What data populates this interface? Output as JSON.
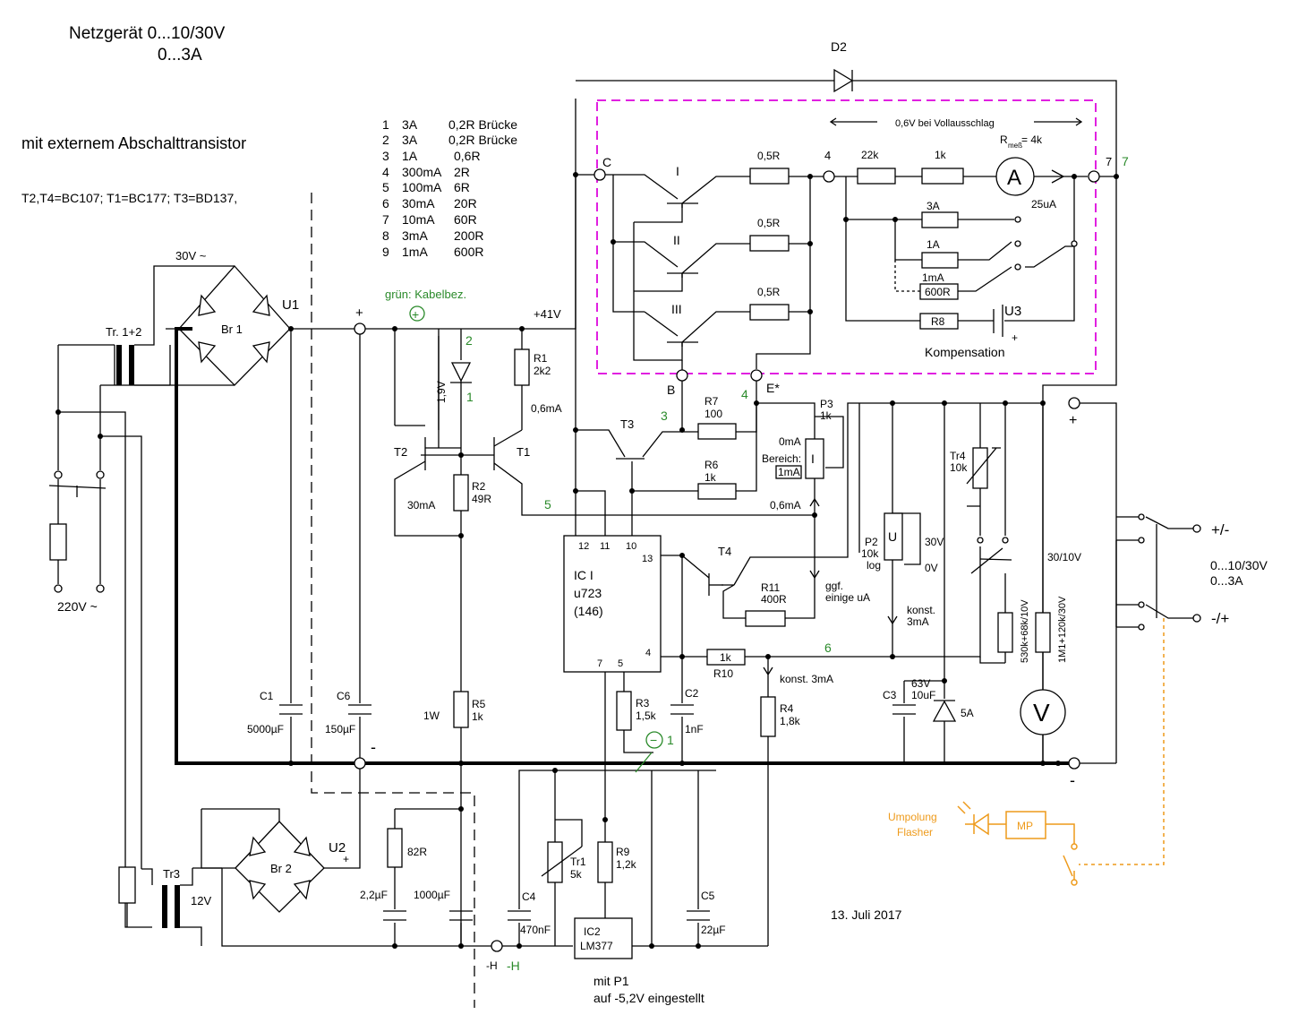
{
  "title": {
    "line1": "Netzgerät 0...10/30V",
    "line2": "0...3A"
  },
  "subtitle": "mit externem Abschalttransistor",
  "transistors_note": "T2,T4=BC107; T1=BC177; T3=BD137,",
  "ranges_table": [
    {
      "n": "1",
      "current": "3A",
      "shunt": "0,2R Brücke"
    },
    {
      "n": "2",
      "current": "3A",
      "shunt": "0,2R Brücke"
    },
    {
      "n": "3",
      "current": "1A",
      "shunt": "0,6R"
    },
    {
      "n": "4",
      "current": "300mA",
      "shunt": "2R"
    },
    {
      "n": "5",
      "current": "100mA",
      "shunt": "6R"
    },
    {
      "n": "6",
      "current": "30mA",
      "shunt": "20R"
    },
    {
      "n": "7",
      "current": "10mA",
      "shunt": "60R"
    },
    {
      "n": "8",
      "current": "3mA",
      "shunt": "200R"
    },
    {
      "n": "9",
      "current": "1mA",
      "shunt": "600R"
    }
  ],
  "mains": {
    "voltage": "220V ~",
    "transformer12": "Tr. 1+2",
    "ac30": "30V ~",
    "tr3": "Tr3",
    "tr3_out": "12V"
  },
  "bridges": {
    "br1": "Br 1",
    "br2": "Br 2",
    "u1": "U1",
    "u2": "U2",
    "u2_plus": "+"
  },
  "rails": {
    "plus41": "+41V",
    "plus": "+",
    "minus": "-",
    "green_cable": "grün: Kabelbez.",
    "neg_h": "-H",
    "neg_h_green": "-H"
  },
  "caps": {
    "c1": "C1",
    "c1v": "5000µF",
    "c6": "C6",
    "c6v": "150µF",
    "c2": "C2",
    "c2v": "1nF",
    "c3": "C3",
    "c3v1": "63V",
    "c3v2": "10uF",
    "c4": "C4",
    "c4v": "470nF",
    "c5": "C5",
    "c5v": "22µF",
    "c22": "2,2µF",
    "c1000": "1000µF"
  },
  "resistors": {
    "r1": "R1",
    "r1v": "2k2",
    "r2": "R2",
    "r2v": "49R",
    "r3": "R3",
    "r3v": "1,5k",
    "r4": "R4",
    "r4v": "1,8k",
    "r5": "R5",
    "r5v": "1k",
    "r5w": "1W",
    "r6": "R6",
    "r6v": "1k",
    "r7": "R7",
    "r7v": "100",
    "r8": "R8",
    "r9": "R9",
    "r9v": "1,2k",
    "r10": "R10",
    "r10v": "1k",
    "r11": "R11",
    "r11v": "400R",
    "r82": "82R",
    "sh1": "0,5R",
    "sh2": "0,5R",
    "sh3": "0,5R",
    "r22k": "22k",
    "r1k": "1k",
    "r3a": "3A",
    "r1a": "1A",
    "r1ma": "1mA",
    "r600": "600R"
  },
  "semis": {
    "t1": "T1",
    "t2": "T2",
    "t3": "T3",
    "t4": "T4",
    "ti": "I",
    "tii": "II",
    "tiii": "III",
    "d2": "D2",
    "z5a": "5A",
    "ic1": [
      "IC I",
      "u723",
      "(146)"
    ],
    "ic1_pins": [
      "12",
      "11",
      "10",
      "13",
      "4",
      "7",
      "5"
    ],
    "ic2": [
      "IC2",
      "LM377"
    ]
  },
  "pots": {
    "p2": "P2",
    "p2v": "10k",
    "p2t": "log",
    "p2u": "U",
    "p2_30v": "30V",
    "p2_0v": "0V",
    "p3": "P3",
    "p3v": "1k",
    "p3i": "I",
    "p3_0ma": "0mA",
    "bereich": "Bereich:",
    "bereich_box": "1mA",
    "tr1": "Tr1",
    "tr1v": "5k",
    "tr4": "Tr4",
    "tr4v": "10k"
  },
  "annotations": {
    "v19": "1,9V",
    "ma06a": "0,6mA",
    "ma06b": "0,6mA",
    "ma30": "30mA",
    "ggf1": "ggf.",
    "ggf2": "einige uA",
    "konst1": "konst.",
    "konst2": "3mA",
    "konst3": "konst. 3mA",
    "vollaus": "0,6V bei Vollausschlag",
    "rmess": "R",
    "rmess_sub": "meß",
    "rmess_val": "= 4k",
    "meter_a": "A",
    "ua25": "25uA",
    "u3": "U3",
    "u3plus": "+",
    "komp": "Kompensation",
    "c_lbl": "C",
    "n4": "4",
    "n7": "7",
    "b_lbl": "B",
    "e_lbl": "E*",
    "mit_p1": "mit P1",
    "einstellt": "auf -5,2V eingestellt",
    "date": "13. Juli 2017",
    "v3010": "30/10V",
    "r530k": "530k+68k/10V",
    "r1m1": "1M1+120k/30V",
    "meter_v": "V",
    "out_pm": "+/-",
    "out_mp": "-/+",
    "out_v": "0...10/30V",
    "out_a": "0...3A",
    "out_plus": "+",
    "out_minus": "-"
  },
  "green_labels": {
    "g2": "2",
    "g1": "1",
    "g3": "3",
    "g4": "4",
    "g5": "5",
    "g6": "6",
    "g7": "7",
    "g1b": "1"
  },
  "orange": {
    "umpolung": "Umpolung",
    "flasher": "Flasher",
    "mp": "MP"
  },
  "colors": {
    "wire": "#000000",
    "guard": "#e020e0",
    "notes": "#2a8a2a",
    "option": "#ee9a1a"
  }
}
